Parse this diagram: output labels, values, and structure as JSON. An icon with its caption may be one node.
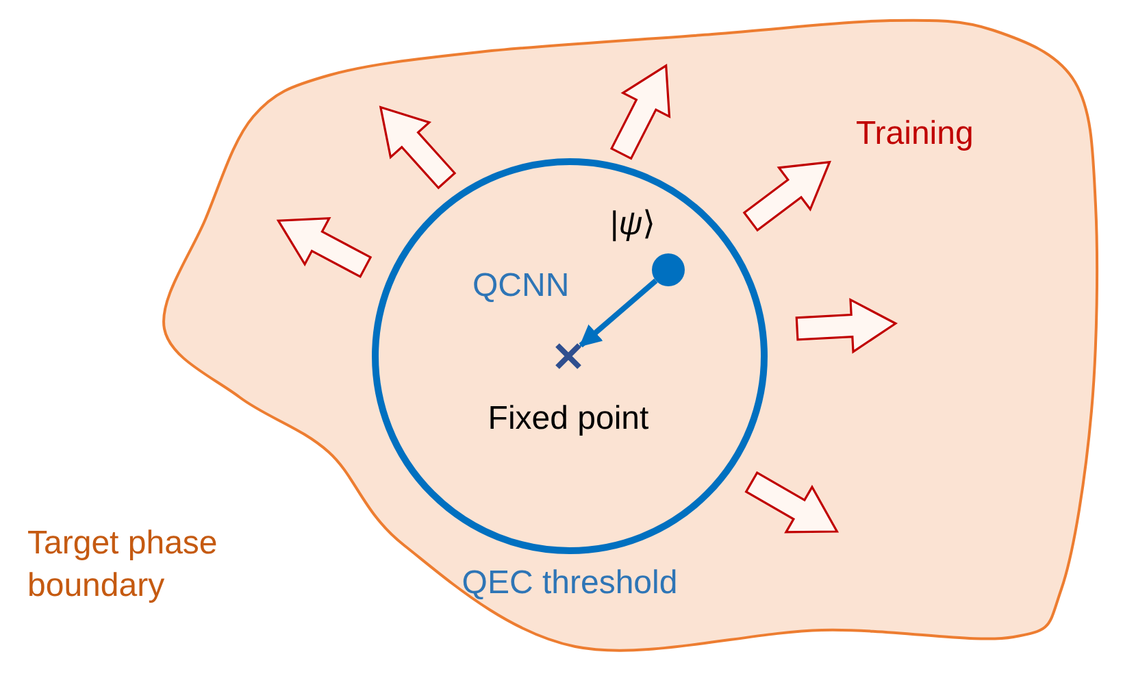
{
  "diagram": {
    "nodes": [
      {
        "text": [
          "Target phase boundary"
        ]
      },
      {
        "text": [
          "QEC threshold"
        ],
        "in": 0
      },
      {
        "text": [],
        "shape": "circle",
        "in": 1,
        "beside": [
          "|*ψ*⟩"
        ]
      },
      {
        "text": [],
        "shape": "cross",
        "in": 1,
        "beside": [
          "Fixed point"
        ]
      }
    ],
    "edges": [
      {
        "from": 2,
        "to": 3,
        "arrow": "to",
        "label": "QCNN"
      }
    ],
    "labels": [
      "Training"
    ]
  }
}
